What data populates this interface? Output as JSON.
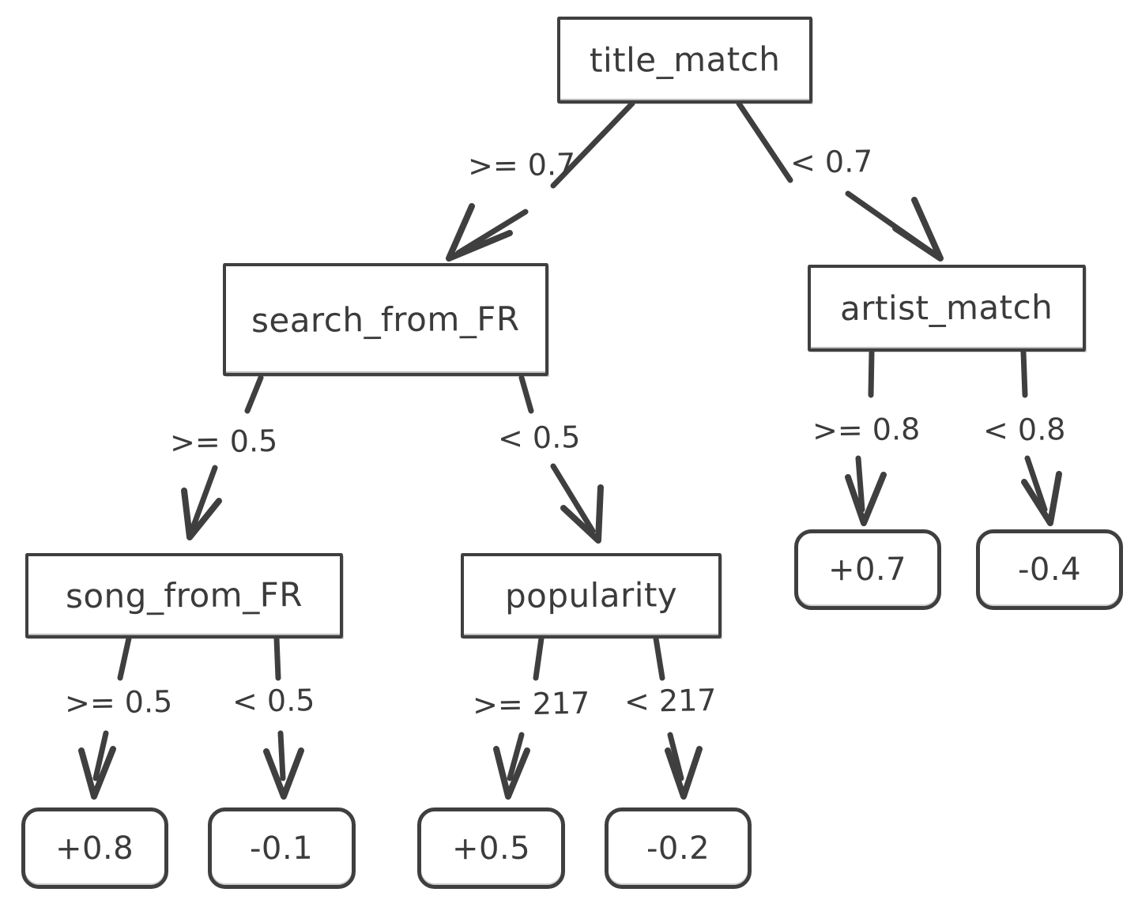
{
  "diagram": {
    "type": "decision-tree",
    "style": "hand-drawn-sketch",
    "stroke_color": "#3f3f3f",
    "text_color": "#3b3b3b",
    "background_color": "#ffffff",
    "nodes": {
      "root": {
        "id": "title_match",
        "label": "title_match",
        "kind": "decision"
      },
      "search_from_fr": {
        "id": "search_from_FR",
        "label": "search_from_FR",
        "kind": "decision"
      },
      "artist_match": {
        "id": "artist_match",
        "label": "artist_match",
        "kind": "decision"
      },
      "song_from_fr": {
        "id": "song_from_FR",
        "label": "song_from_FR",
        "kind": "decision"
      },
      "popularity": {
        "id": "popularity",
        "label": "popularity",
        "kind": "decision"
      },
      "leaf_plus_07": {
        "id": "leaf_plus_0_7",
        "label": "+0.7",
        "kind": "leaf"
      },
      "leaf_minus_04": {
        "id": "leaf_minus_0_4",
        "label": "-0.4",
        "kind": "leaf"
      },
      "leaf_plus_08": {
        "id": "leaf_plus_0_8",
        "label": "+0.8",
        "kind": "leaf"
      },
      "leaf_minus_01": {
        "id": "leaf_minus_0_1",
        "label": "-0.1",
        "kind": "leaf"
      },
      "leaf_plus_05": {
        "id": "leaf_plus_0_5",
        "label": "+0.5",
        "kind": "leaf"
      },
      "leaf_minus_02": {
        "id": "leaf_minus_0_2",
        "label": "-0.2",
        "kind": "leaf"
      }
    },
    "edges": {
      "root_left": {
        "from": "title_match",
        "to": "search_from_FR",
        "label": ">= 0.7"
      },
      "root_right": {
        "from": "title_match",
        "to": "artist_match",
        "label": "< 0.7"
      },
      "search_left": {
        "from": "search_from_FR",
        "to": "song_from_FR",
        "label": ">= 0.5"
      },
      "search_right": {
        "from": "search_from_FR",
        "to": "popularity",
        "label": "< 0.5"
      },
      "artist_left": {
        "from": "artist_match",
        "to": "leaf_plus_0_7",
        "label": ">= 0.8"
      },
      "artist_right": {
        "from": "artist_match",
        "to": "leaf_minus_0_4",
        "label": "< 0.8"
      },
      "song_left": {
        "from": "song_from_FR",
        "to": "leaf_plus_0_8",
        "label": ">= 0.5"
      },
      "song_right": {
        "from": "song_from_FR",
        "to": "leaf_minus_0_1",
        "label": "< 0.5"
      },
      "pop_left": {
        "from": "popularity",
        "to": "leaf_plus_0_5",
        "label": ">= 217"
      },
      "pop_right": {
        "from": "popularity",
        "to": "leaf_minus_0_2",
        "label": "< 217"
      }
    }
  }
}
